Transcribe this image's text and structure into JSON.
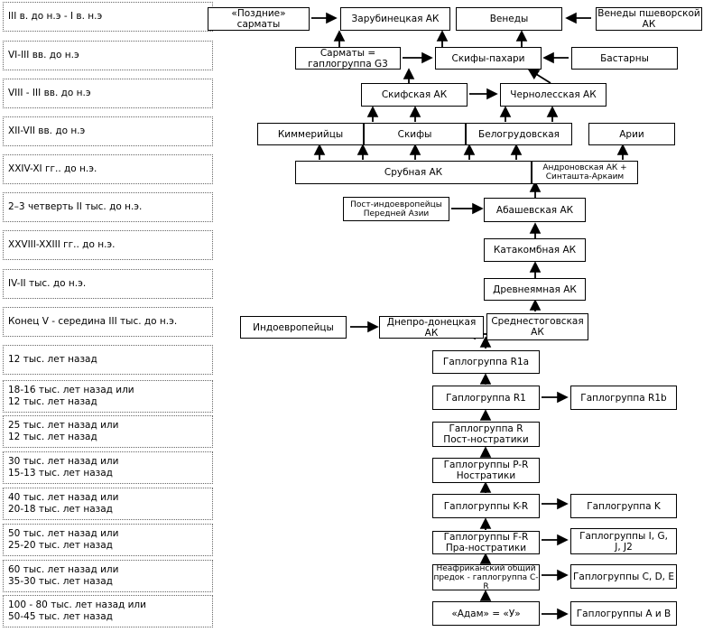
{
  "periods": [
    "III в. до н.э - I в. н.э",
    "VI-III вв. до н.э",
    "VIII - III вв. до н.э",
    "XII-VII вв. до н.э",
    "XXIV-XI гг.. до н.э.",
    "2–3 четверть II тыс. до н.э.",
    "XXVIII-XXIII гг.. до н.э.",
    "IV-II тыс. до н.э.",
    "Конец V - середина III тыс. до н.э.",
    "12 тыс. лет назад",
    "18-16 тыс. лет назад или\n12 тыс. лет назад",
    "25 тыс. лет назад или\n12 тыс. лет назад",
    "30 тыс. лет назад или\n15-13 тыс. лет назад",
    "40 тыс. лет назад или\n20-18 тыс. лет назад",
    "50 тыс. лет назад или\n25-20 тыс. лет назад",
    "60 тыс. лет назад или\n35-30 тыс. лет назад",
    "100 - 80 тыс. лет назад или\n50-45 тыс. лет назад"
  ],
  "nodes": {
    "late_sarmatians": "«Поздние» сарматы",
    "zarubintsy": "Зарубинецкая АК",
    "veneti": "Венеды",
    "veneti_przeworsk": "Венеды пшеворской\nАК",
    "sarmatians_g3": "Сарматы =\nгаплогруппа G3",
    "scythian_ploughmen": "Скифы-пахари",
    "bastarnae": "Бастарны",
    "scythian_ak": "Скифская АК",
    "chernoles": "Чернолесская АК",
    "cimmerians": "Киммерийцы",
    "scythians": "Скифы",
    "belogrudovka": "Белогрудовская",
    "aryans": "Арии",
    "srubnaya": "Срубная АК",
    "andronovo": "Андроновская АК +\nСинташта-Аркаим",
    "post_ie_asia": "Пост-индоевропейцы\nПередней Азии",
    "abashevo": "Абашевская АК",
    "catacomb": "Катакомбная АК",
    "ancient_pit": "Древнеямная АК",
    "indo_europeans": "Индоевропейцы",
    "dnieper_donets": "Днепро-донецкая АК",
    "sredny_stog": "Среднестоговская\nАК",
    "hg_r1a": "Гаплогруппа R1a",
    "hg_r1": "Гаплогруппа R1",
    "hg_r1b": "Гаплогруппа R1b",
    "hg_r": "Гаплогруппа R\nПост-ностратики",
    "hg_pr": "Гаплогруппы P-R\nНостратики",
    "hg_kr": "Гаплогруппы K-R",
    "hg_k": "Гаплогруппа K",
    "hg_fr": "Гаплогруппы F-R\nПра-ностратики",
    "hg_ij": "Гаплогруппы I, G,\nJ, J2",
    "non_african": "Неафриканский общий\nпредок - гаплогруппа C-R",
    "hg_cde": "Гаплогруппы C, D, E",
    "adam": "«Адам» = «У»",
    "hg_ab": "Гаплогруппы A и B"
  }
}
